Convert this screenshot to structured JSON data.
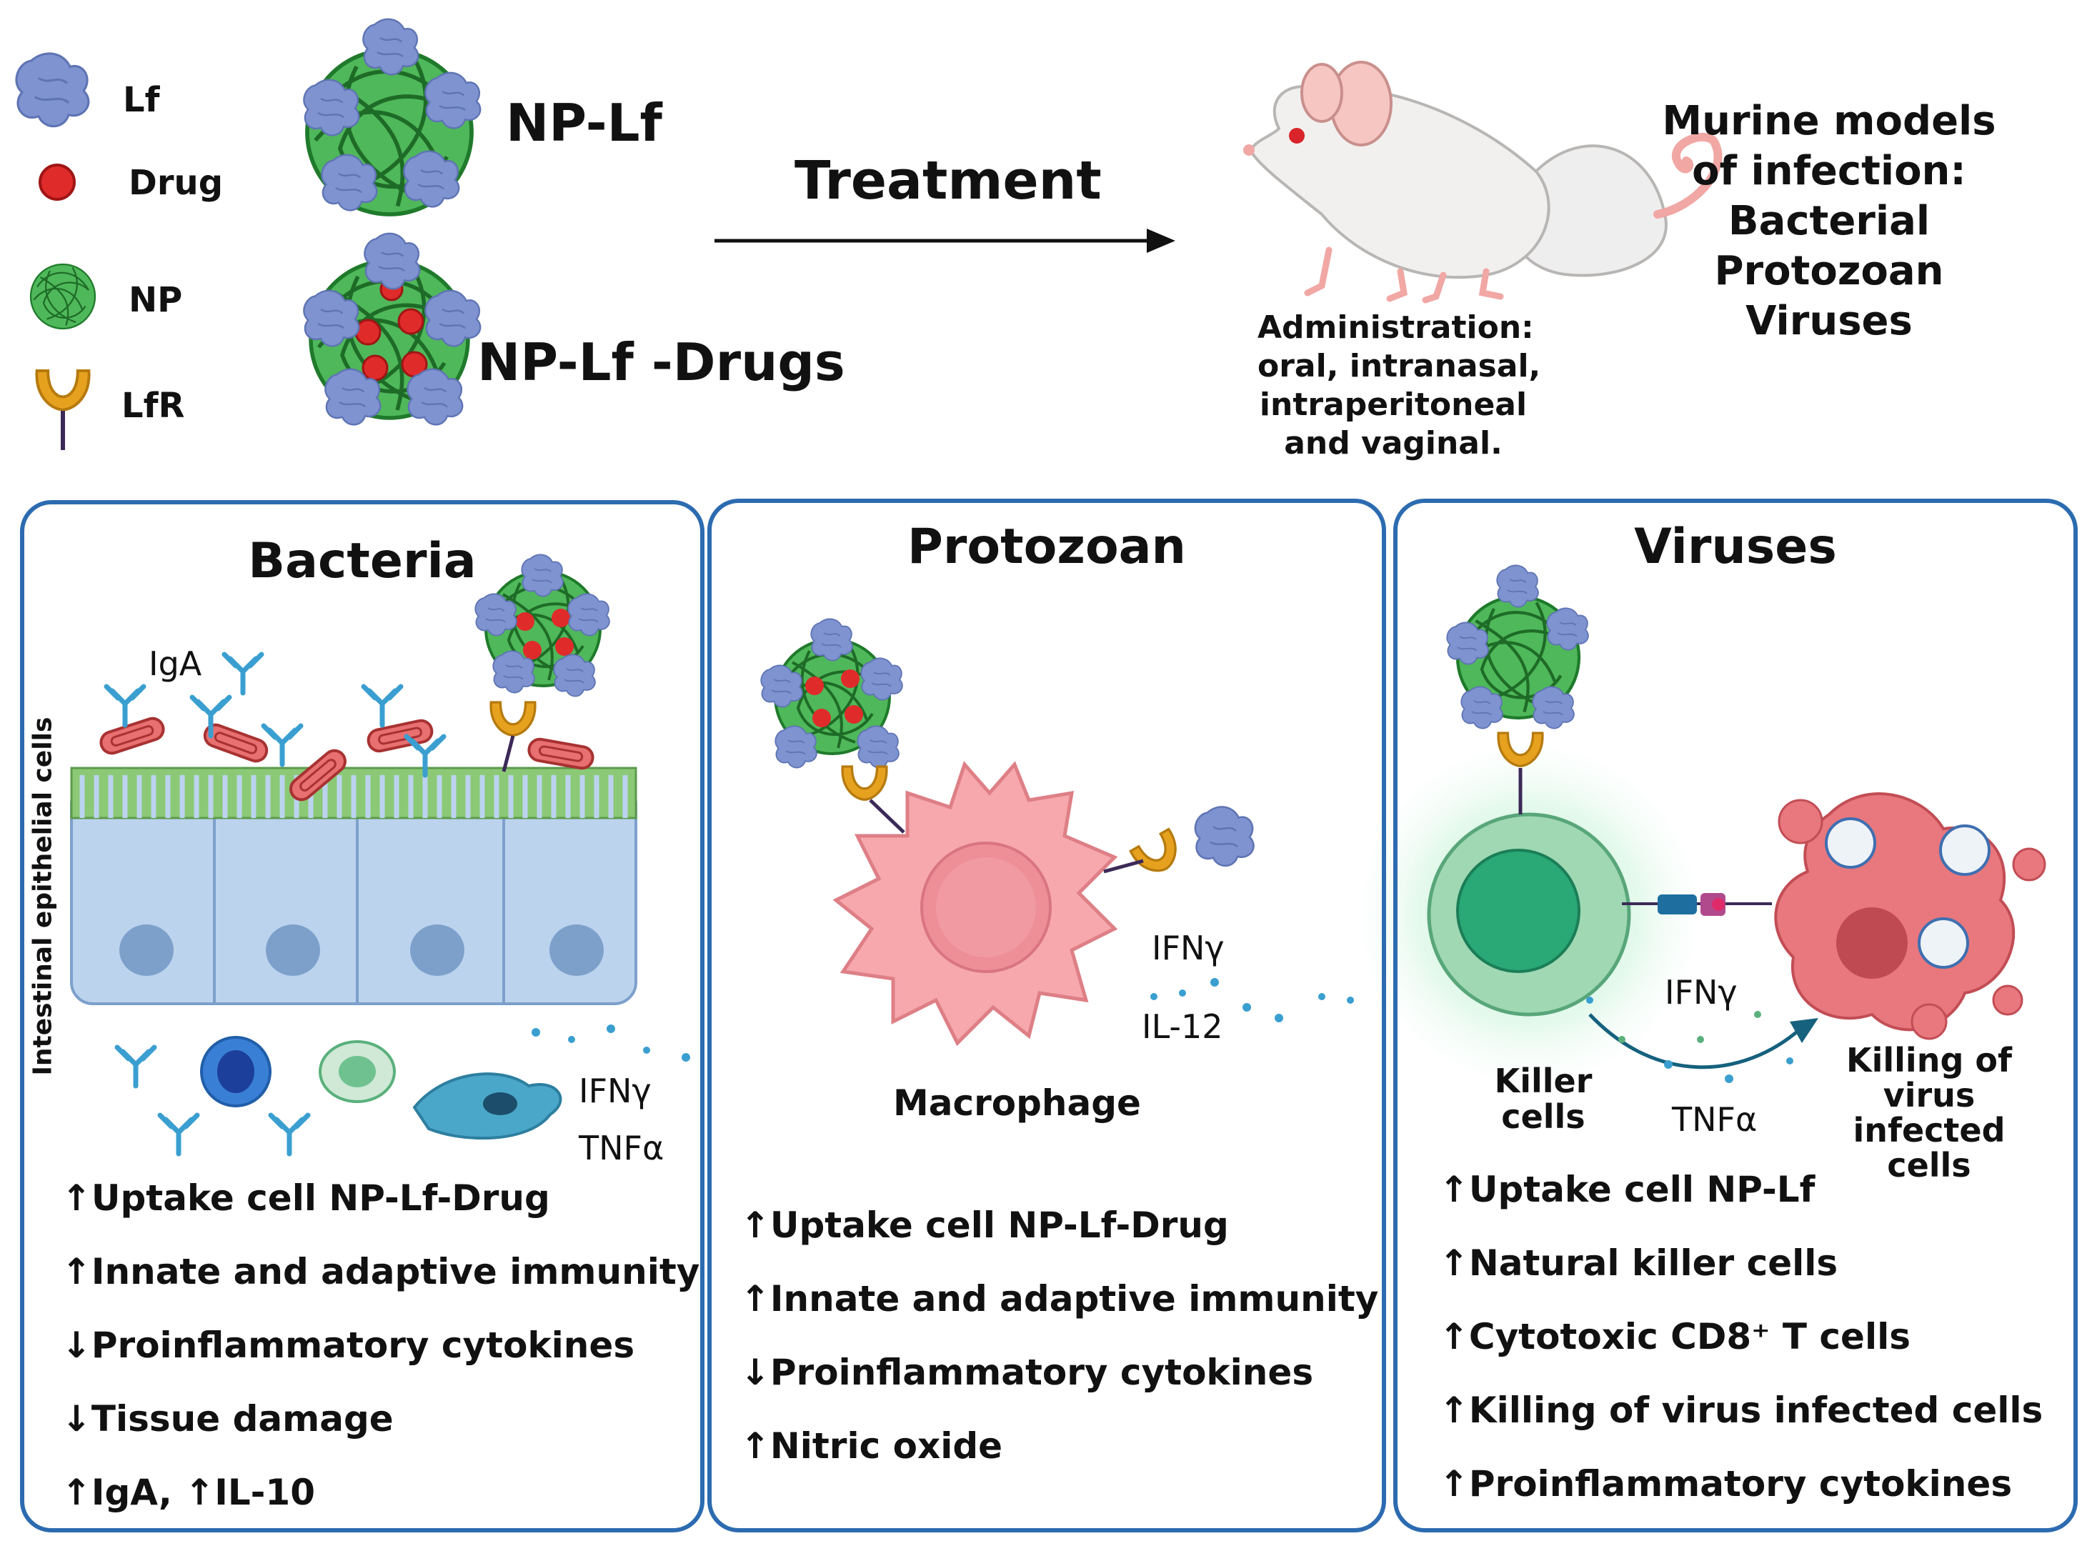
{
  "legend": {
    "lf": "Lf",
    "drug": "Drug",
    "np": "NP",
    "lfr": "LfR"
  },
  "np_lf_label": "NP-Lf",
  "np_lf_drugs_label": "NP-Lf -Drugs",
  "treatment_label": "Treatment",
  "administration": {
    "lines": [
      "Administration:",
      "oral, intranasal,",
      "intraperitoneal",
      "and vaginal."
    ]
  },
  "murine_models": {
    "lines": [
      "Murine models",
      "of infection:",
      "Bacterial",
      "Protozoan",
      "Viruses"
    ]
  },
  "panels": {
    "bacteria": {
      "title": "Bacteria",
      "iga_label": "IgA",
      "side_label": "Intestinal epithelial cells",
      "cytokine1": "IFNγ",
      "cytokine2": "TNFα",
      "effects": [
        "↑Uptake cell NP-Lf-Drug",
        "↑Innate and adaptive immunity",
        "↓Proinflammatory cytokines",
        "↓Tissue damage",
        "↑IgA, ↑IL-10"
      ]
    },
    "protozoan": {
      "title": "Protozoan",
      "cytokine1": "IFNγ",
      "cytokine2": "IL-12",
      "cell_label": "Macrophage",
      "effects": [
        "↑Uptake cell NP-Lf-Drug",
        "↑Innate and adaptive immunity",
        "↓Proinflammatory cytokines",
        "↑Nitric oxide"
      ]
    },
    "viruses": {
      "title": "Viruses",
      "killer_label": [
        "Killer",
        "cells"
      ],
      "cytokine1": "IFNγ",
      "cytokine2": "TNFα",
      "killing_label": [
        "Killing of",
        "virus",
        "infected",
        "cells"
      ],
      "effects": [
        "↑Uptake cell NP-Lf",
        "↑Natural killer cells",
        "↑Cytotoxic CD8⁺ T cells",
        "↑Killing of virus infected cells",
        "↑Proinflammatory cytokines"
      ]
    }
  },
  "colors": {
    "panel_border": "#2c6bb0",
    "lf_blue": "#7e93cf",
    "drug_red": "#e02b2b",
    "np_green": "#2a9a3a",
    "receptor_orange": "#e6a21f",
    "epithelial_blue": "#bcd3ee",
    "macrophage_pink": "#f6a8ad",
    "killer_green": "#5fbf8e",
    "infected_red": "#e8787e"
  }
}
